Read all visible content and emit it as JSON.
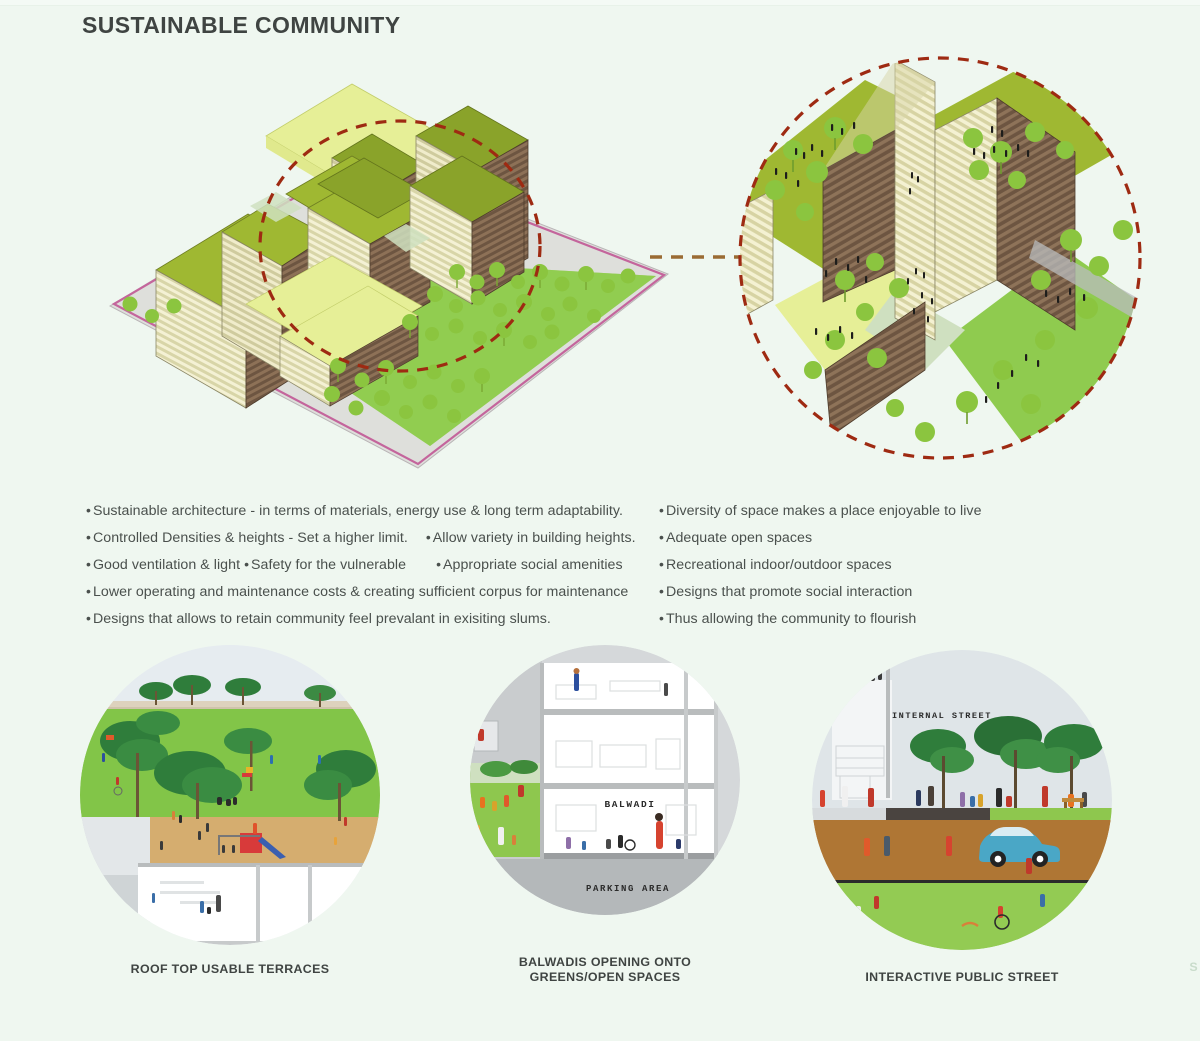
{
  "board": {
    "title": "SUSTAINABLE COMMUNITY",
    "background_color": "#eff7f0",
    "title_color": "#3f4442"
  },
  "palette": {
    "roof_green": "#9fb832",
    "roof_green_dark": "#8aa32a",
    "terrace_yellow": "#e2ec91",
    "facade_cream": "#f2efd2",
    "facade_brown": "#6d5541",
    "lawn_green": "#8fcb4f",
    "site_pink": "#c4659c",
    "site_grey": "#dcdcd8",
    "dash_red": "#9e2a12",
    "connector_brown": "#9a6b33",
    "tree_green": "#86c341",
    "tree_green_dark": "#3f8a3a",
    "street_brown": "#a9702f",
    "car_blue": "#4aa7c6",
    "wall_grey": "#b9bcbd"
  },
  "diagrams": {
    "axonometric": {
      "name": "site-axonometric",
      "description": "Isometric massing of housing blocks with green roofs, striped facades, landscaped open space and tree rows",
      "highlight_circle": "dashed red circle marking detail zone"
    },
    "detail_circle": {
      "name": "courtyard-detail",
      "description": "Enlarged isometric detail of courtyard between blocks with rooftop greens, trees and people"
    },
    "connector": {
      "name": "detail-connector",
      "style": "dashed"
    }
  },
  "bullets": {
    "rows": [
      {
        "left": "Sustainable architecture - in terms of materials, energy use & long term adaptability.",
        "right": [
          "Diversity of space makes a place enjoyable to live"
        ]
      },
      {
        "left": "Controlled Densities & heights - Set a higher limit.",
        "left_extra": "Allow variety in building heights.",
        "right": [
          "Adequate open spaces"
        ]
      },
      {
        "left": "Good ventilation & light",
        "left_extra": "Safety for the vulnerable",
        "left_extra2": "Appropriate social amenities",
        "right": [
          "Recreational indoor/outdoor spaces"
        ]
      },
      {
        "left": "Lower operating and maintenance costs & creating sufficient corpus for maintenance",
        "right": [
          "Designs that promote social interaction"
        ]
      },
      {
        "left": "Designs that allows to retain community feel prevalant in exisiting slums.",
        "right": [
          "Thus allowing the community to flourish"
        ]
      }
    ]
  },
  "vignettes": [
    {
      "id": "roof-top-terraces",
      "caption": "ROOF TOP USABLE TERRACES",
      "description": "Section through rooftop lawn with trees, playground with slide, people and interior floor below",
      "inner_labels": []
    },
    {
      "id": "balwadis-greens",
      "caption_line1": "BALWADIS OPENING ONTO",
      "caption_line2": "GREENS/OPEN SPACES",
      "description": "Building section showing balwadi (creche) level opening onto green open space, parking below",
      "inner_labels": [
        "BALWADI",
        "PARKING AREA"
      ]
    },
    {
      "id": "interactive-public-street",
      "caption": "INTERACTIVE PUBLIC STREET",
      "description": "Section through internal street with trees, pedestrians, seating, a car and lawn",
      "inner_labels": [
        "INTERNAL STREET"
      ]
    }
  ],
  "edge_text": "S"
}
